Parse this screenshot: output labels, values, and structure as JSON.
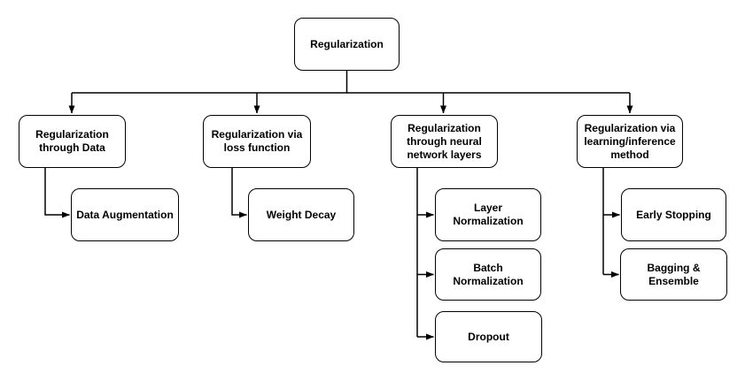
{
  "diagram": {
    "type": "flowchart",
    "background_color": "#ffffff",
    "line_color": "#000000",
    "box_fill_color": "#ffffff",
    "text_color": "#000000",
    "nodes": {
      "root": {
        "label": "Regularization"
      },
      "branch_data": {
        "label": "Regularization\nthrough Data"
      },
      "branch_loss": {
        "label": "Regularization via\nloss function"
      },
      "branch_layers": {
        "label": "Regularization\nthrough neural\nnetwork layers"
      },
      "branch_learning": {
        "label": "Regularization via\nlearning/inference\nmethod"
      },
      "data_augmentation": {
        "label": "Data Augmentation"
      },
      "weight_decay": {
        "label": "Weight Decay"
      },
      "layer_normalization": {
        "label": "Layer Normalization"
      },
      "batch_normalization": {
        "label": "Batch Normalization"
      },
      "dropout": {
        "label": "Dropout"
      },
      "early_stopping": {
        "label": "Early Stopping"
      },
      "bagging_ensemble": {
        "label": "Bagging &\nEnsemble"
      }
    },
    "edges": [
      {
        "from": "root",
        "to": "branch_data"
      },
      {
        "from": "root",
        "to": "branch_loss"
      },
      {
        "from": "root",
        "to": "branch_layers"
      },
      {
        "from": "root",
        "to": "branch_learning"
      },
      {
        "from": "branch_data",
        "to": "data_augmentation"
      },
      {
        "from": "branch_loss",
        "to": "weight_decay"
      },
      {
        "from": "branch_layers",
        "to": "layer_normalization"
      },
      {
        "from": "branch_layers",
        "to": "batch_normalization"
      },
      {
        "from": "branch_layers",
        "to": "dropout"
      },
      {
        "from": "branch_learning",
        "to": "early_stopping"
      },
      {
        "from": "branch_learning",
        "to": "bagging_ensemble"
      }
    ]
  }
}
